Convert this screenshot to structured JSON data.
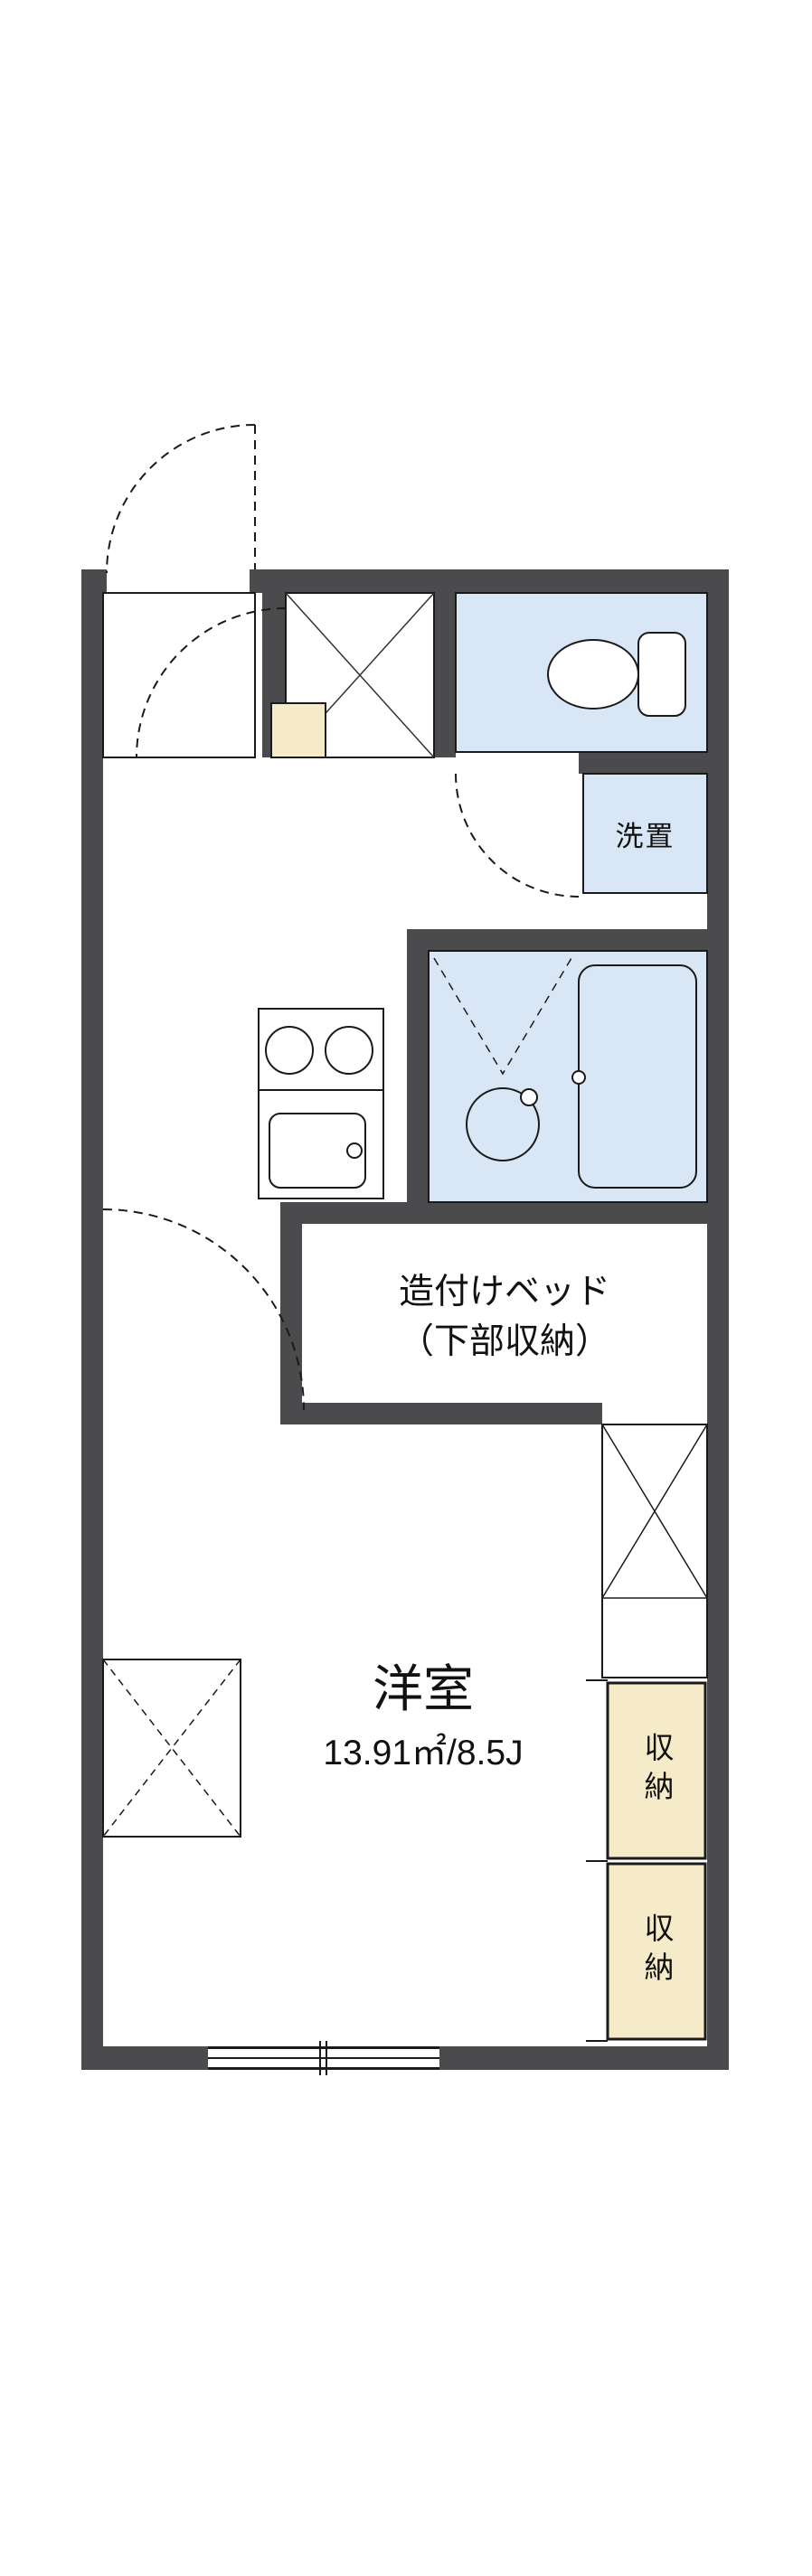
{
  "floorplan": {
    "labels": {
      "washer": "洗置",
      "bed_line1": "造付けベッド",
      "bed_line2": "（下部収納）",
      "room_name": "洋室",
      "room_area": "13.91㎡/8.5J",
      "storage_top": "収納",
      "storage_bottom": "収納"
    },
    "colors": {
      "wall": "#4b4b4d",
      "water_area": "#d9e6f5",
      "storage_area": "#f6ebc8",
      "line": "#1a1a1a"
    }
  }
}
